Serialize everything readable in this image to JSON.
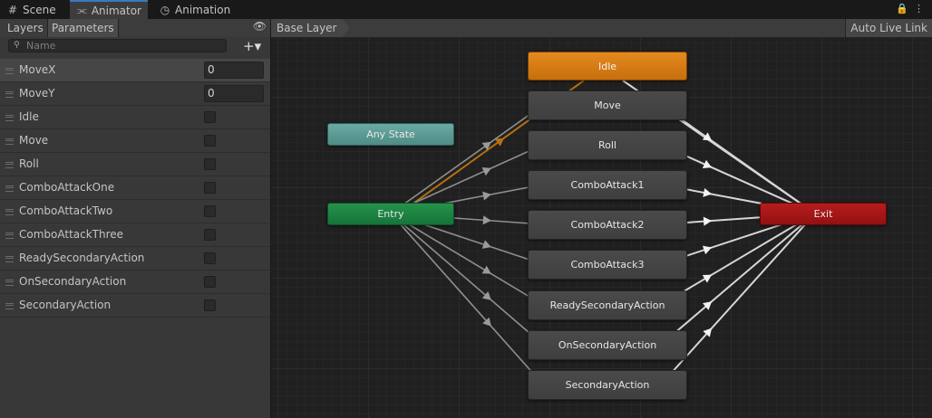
{
  "tabs": [
    {
      "label": "Scene",
      "icon": "grid-icon"
    },
    {
      "label": "Animator",
      "icon": "animator-icon"
    },
    {
      "label": "Animation",
      "icon": "clock-icon"
    }
  ],
  "left_panel": {
    "tabs": [
      "Layers",
      "Parameters"
    ],
    "search_placeholder": "Name",
    "parameters": [
      {
        "name": "MoveX",
        "type": "float",
        "value": "0"
      },
      {
        "name": "MoveY",
        "type": "float",
        "value": "0"
      },
      {
        "name": "Idle",
        "type": "trigger"
      },
      {
        "name": "Move",
        "type": "trigger"
      },
      {
        "name": "Roll",
        "type": "trigger"
      },
      {
        "name": "ComboAttackOne",
        "type": "trigger"
      },
      {
        "name": "ComboAttackTwo",
        "type": "trigger"
      },
      {
        "name": "ComboAttackThree",
        "type": "trigger"
      },
      {
        "name": "ReadySecondaryAction",
        "type": "trigger"
      },
      {
        "name": "OnSecondaryAction",
        "type": "trigger"
      },
      {
        "name": "SecondaryAction",
        "type": "trigger"
      }
    ]
  },
  "graph": {
    "breadcrumb": "Base Layer",
    "live_link": "Auto Live Link",
    "any_state": "Any State",
    "entry": "Entry",
    "exit": "Exit",
    "default_state": "Idle",
    "states": [
      "Move",
      "Roll",
      "ComboAttack1",
      "ComboAttack2",
      "ComboAttack3",
      "ReadySecondaryAction",
      "OnSecondaryAction",
      "SecondaryAction"
    ]
  },
  "colors": {
    "default_state": "#e07f17",
    "any_state": "#5f9d96",
    "entry": "#1f8a44",
    "exit": "#a81616",
    "default_transition": "#b8700e",
    "transition": "#8f8f8f"
  }
}
